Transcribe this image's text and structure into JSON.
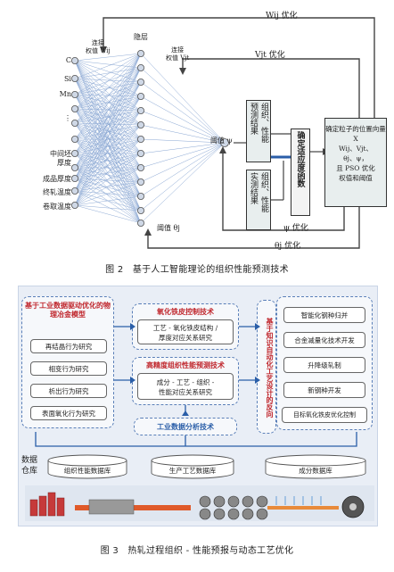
{
  "fig2": {
    "inputs": [
      "C",
      "Si",
      "Mn",
      "⋮",
      "中间坯\n厚度",
      "成品厚度",
      "终轧温度",
      "卷取温度"
    ],
    "weight_w_label": "连接\n权值 Wij",
    "hidden_label": "隐层",
    "weight_v_label": "连接\n权值 Vjt",
    "threshold_psi": "阈值 ψ",
    "threshold_theta": "阈值 θj",
    "predict_box": "组织、性能\n预测结果",
    "measured_box": "组织、性能\n实测结果",
    "fitness_box": "确定适应度函数",
    "pso_box": "确定粒子的位置向量 X\nWij、Vjt、\nθj、ψ，\n且 PSO 优化\n权值和阈值",
    "opt_w": "Wij 优化",
    "opt_v": "Vjt 优化",
    "opt_psi": "ψ 优化",
    "opt_theta": "θj 优化",
    "caption": "图 2　基于人工智能理论的组织性能预测技术"
  },
  "fig3": {
    "left_title": "基于工业数据驱动优化的物理冶金模型",
    "left_items": [
      "再结晶行为研究",
      "相变行为研究",
      "析出行为研究",
      "表面氧化行为研究"
    ],
    "oxide_title": "氧化铁皮控制技术",
    "oxide_item": "工艺 - 氧化铁皮结构 /\n厚度对应关系研究",
    "predict_title": "高精度组织性能预测技术",
    "predict_item": "成分 - 工艺 - 组织 -\n性能对应关系研究",
    "analysis_title": "工业数据分析技术",
    "reverse_title": "基于知识自动化工艺设计的反向",
    "right_items": [
      "智能化钢种归并",
      "合金减量化技术开发",
      "升降级轧制",
      "新钢种开发",
      "目标氧化铁皮优化控制"
    ],
    "warehouse_label": "数据\n仓库",
    "databases": [
      "组织性能数据库",
      "生产工艺数据库",
      "成分数据库"
    ],
    "caption": "图 3　热轧过程组织 - 性能预报与动态工艺优化"
  }
}
